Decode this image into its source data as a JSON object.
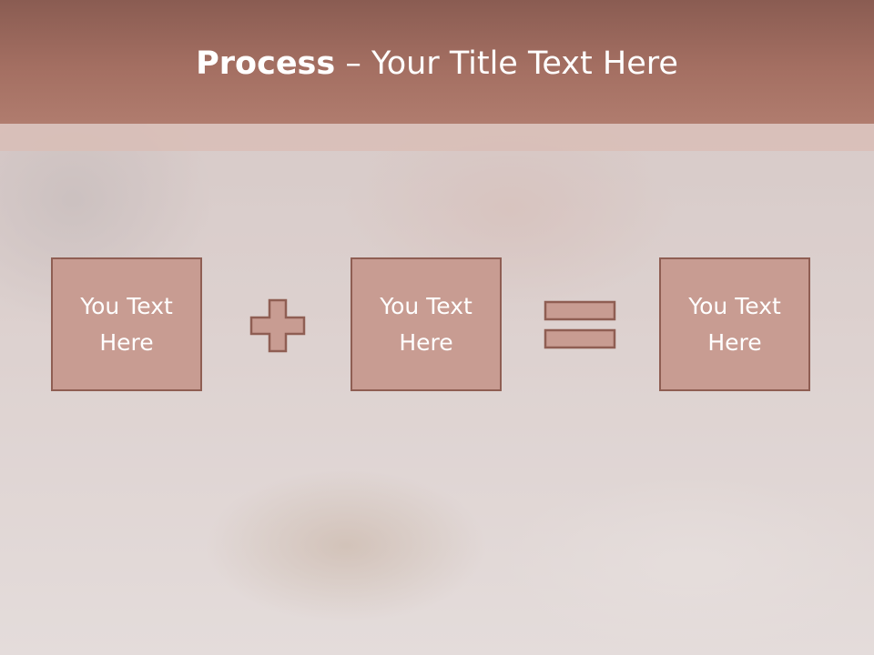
{
  "title": {
    "bold": "Process",
    "dash": " – ",
    "rest": "Your Title Text Here"
  },
  "boxes": [
    {
      "label": "You Text Here"
    },
    {
      "label": "You Text Here"
    },
    {
      "label": "You Text Here"
    }
  ],
  "operators": {
    "first": "plus-icon",
    "second": "equals-icon"
  },
  "colors": {
    "accent": "#a46f62",
    "box_fill": "#c89c92",
    "box_border": "#8f5e53",
    "text": "#ffffff"
  }
}
